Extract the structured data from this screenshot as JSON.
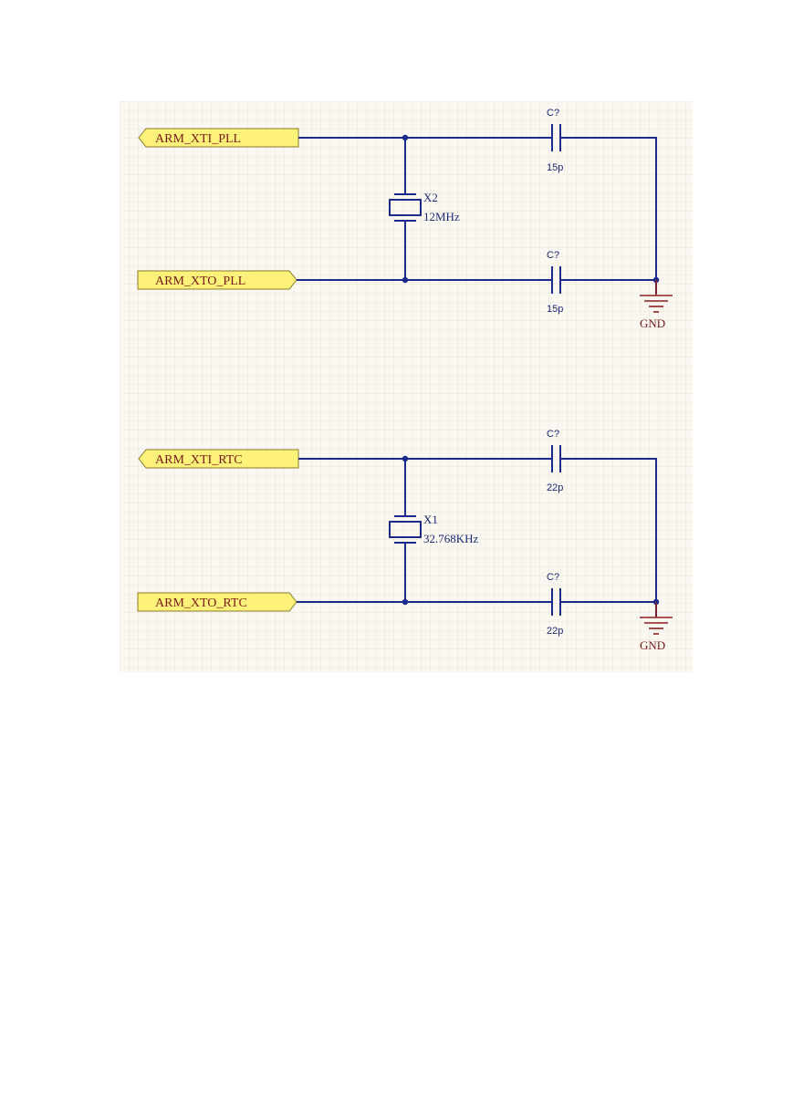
{
  "ports": {
    "xti_pll": "ARM_XTI_PLL",
    "xto_pll": "ARM_XTO_PLL",
    "xti_rtc": "ARM_XTI_RTC",
    "xto_rtc": "ARM_XTO_RTC"
  },
  "pll": {
    "crystal_ref": "X2",
    "crystal_value": "12MHz",
    "cap_top_ref": "C?",
    "cap_top_value": "15p",
    "cap_bottom_ref": "C?",
    "cap_bottom_value": "15p",
    "gnd_label": "GND"
  },
  "rtc": {
    "crystal_ref": "X1",
    "crystal_value": "32.768KHz",
    "cap_top_ref": "C?",
    "cap_top_value": "22p",
    "cap_bottom_ref": "C?",
    "cap_bottom_value": "22p",
    "gnd_label": "GND"
  },
  "colors": {
    "sheet_background": "#faf8f0",
    "grid_line": "#e6e3d6",
    "wire": "#1c2a8c",
    "port_fill": "#fff27a",
    "ground": "#8a2020"
  }
}
